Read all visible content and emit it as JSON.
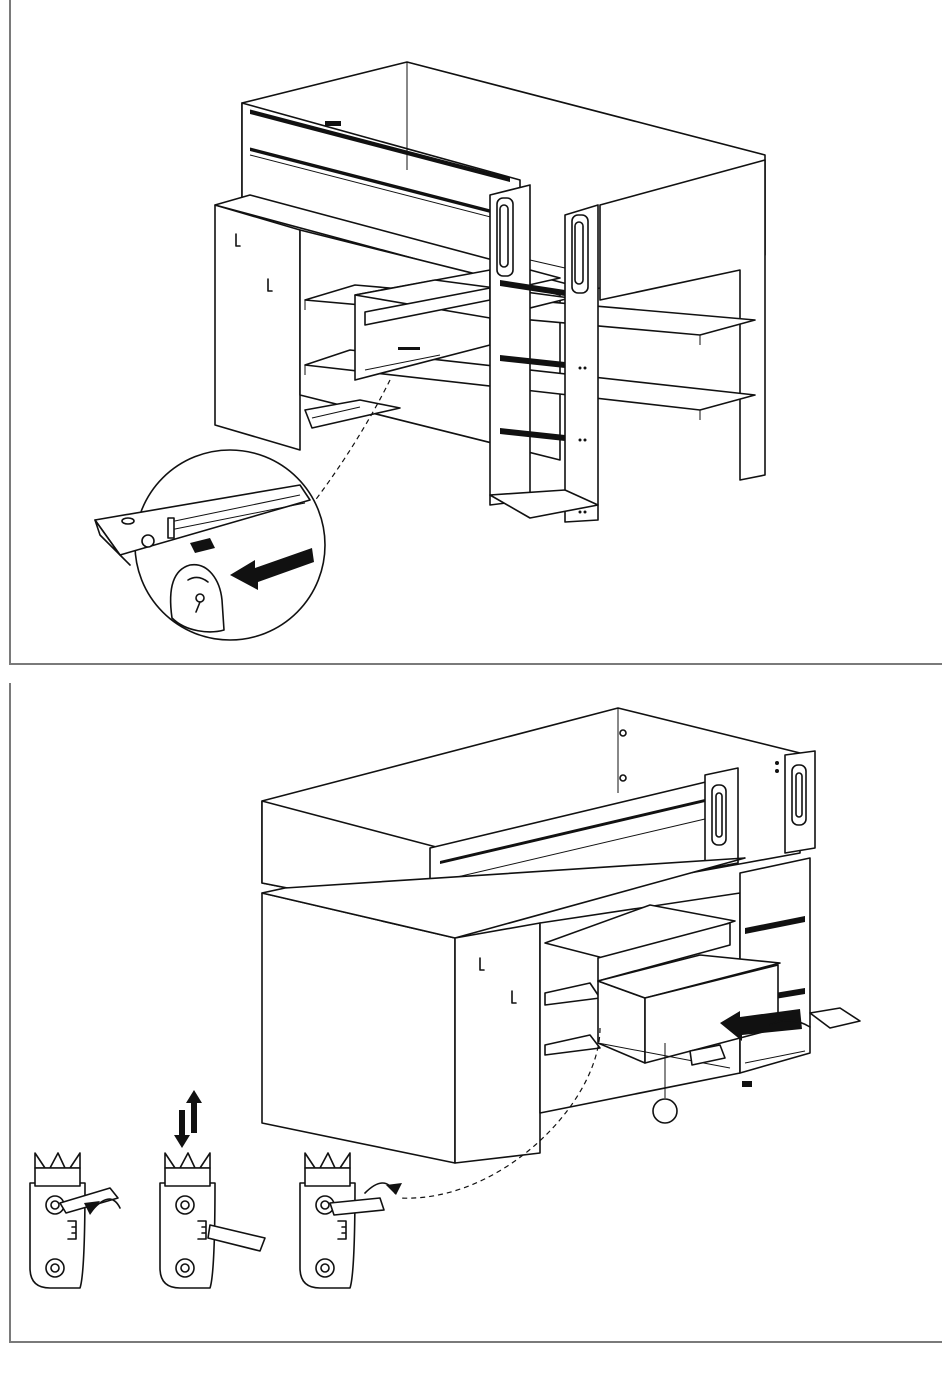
{
  "steps": [
    {
      "id": "step-remove-drawer-release-lever",
      "icons": [
        "bed-assembly",
        "drawer-slide-detail-magnifier",
        "finger-press-release-lever",
        "push-arrow"
      ]
    },
    {
      "id": "step-adjust-door-hinge-insert-drawer",
      "icons": [
        "bed-assembly",
        "drawer-insert-arrow",
        "hinge-adjust-sideways",
        "hinge-adjust-up-down",
        "hinge-adjust-depth",
        "screwdriver",
        "rotation-arrow",
        "up-down-arrows",
        "callout-circle"
      ]
    }
  ],
  "colors": {
    "line": "#111111",
    "frame": "#7a7a7a",
    "background": "#ffffff"
  }
}
